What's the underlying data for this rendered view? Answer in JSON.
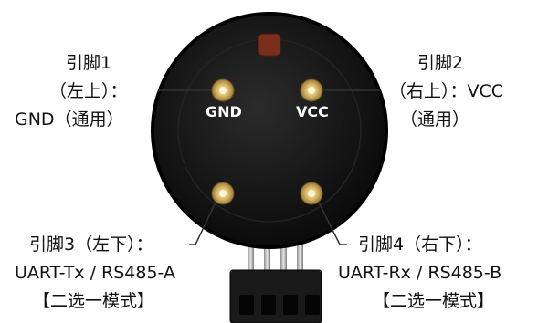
{
  "pins": {
    "pin1": {
      "line1": "引脚1",
      "line2": "（左上）：",
      "line3": "GND（通用）"
    },
    "pin2": {
      "line1": "引脚2",
      "line2": "（右上）：VCC",
      "line3": "（通用）"
    },
    "pin3": {
      "line1": "引脚3（左下）：",
      "line2": "UART-Tx / RS485-A",
      "line3": "【二选一模式】"
    },
    "pin4": {
      "line1": "引脚4（右下）：",
      "line2": "UART-Rx / RS485-B",
      "line3": "【二选一模式】"
    }
  },
  "pad_labels": {
    "gnd": "GND",
    "vcc": "VCC"
  },
  "colors": {
    "body": "#121212",
    "rim": "#2a2a2a",
    "pad_gold": "#c9a24e",
    "pad_center": "#f3e6b4",
    "window": "#7a2f1e",
    "leader": "#333333"
  }
}
